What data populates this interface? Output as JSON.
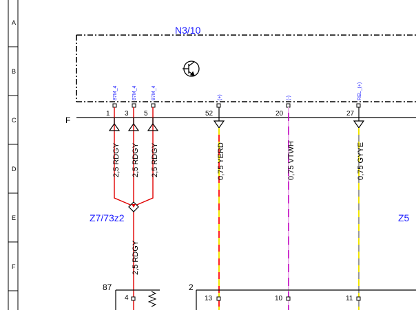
{
  "row_labels": [
    "A",
    "B",
    "C",
    "D",
    "E",
    "F"
  ],
  "component": {
    "id": "N3/10",
    "connector_side_label": "F"
  },
  "left_pins": [
    {
      "name": "87M_4",
      "number": "1",
      "wire": "2,5 RDGY"
    },
    {
      "name": "87M_4",
      "number": "3",
      "wire": "2,5 RDGY"
    },
    {
      "name": "87M_4",
      "number": "5",
      "wire": "2,5 RDGY"
    }
  ],
  "signal_pins": [
    {
      "name": "(+)",
      "number": "52",
      "wire": "0,75 YERD",
      "bottom_pin": "13",
      "colors": [
        "#ff2020",
        "#f2e600"
      ]
    },
    {
      "name": "(-)",
      "number": "20",
      "wire": "0,75 VTWH",
      "bottom_pin": "10",
      "colors": [
        "#c000c0",
        "#c000c0"
      ]
    },
    {
      "name": "REL_(+)",
      "number": "27",
      "wire": "0,75 GYYE",
      "bottom_pin": "11",
      "colors": [
        "#9a9a9a",
        "#f2e600"
      ]
    }
  ],
  "splice": {
    "id": "Z7/73z2",
    "wire": "2,5 RDGY"
  },
  "right_edge_label": "Z5",
  "bottom_block": {
    "left_label": "87",
    "left_pin": "4",
    "right_label": "2"
  },
  "colors": {
    "accent_blue": "#1a1aff",
    "wire_red": "#e00000"
  }
}
